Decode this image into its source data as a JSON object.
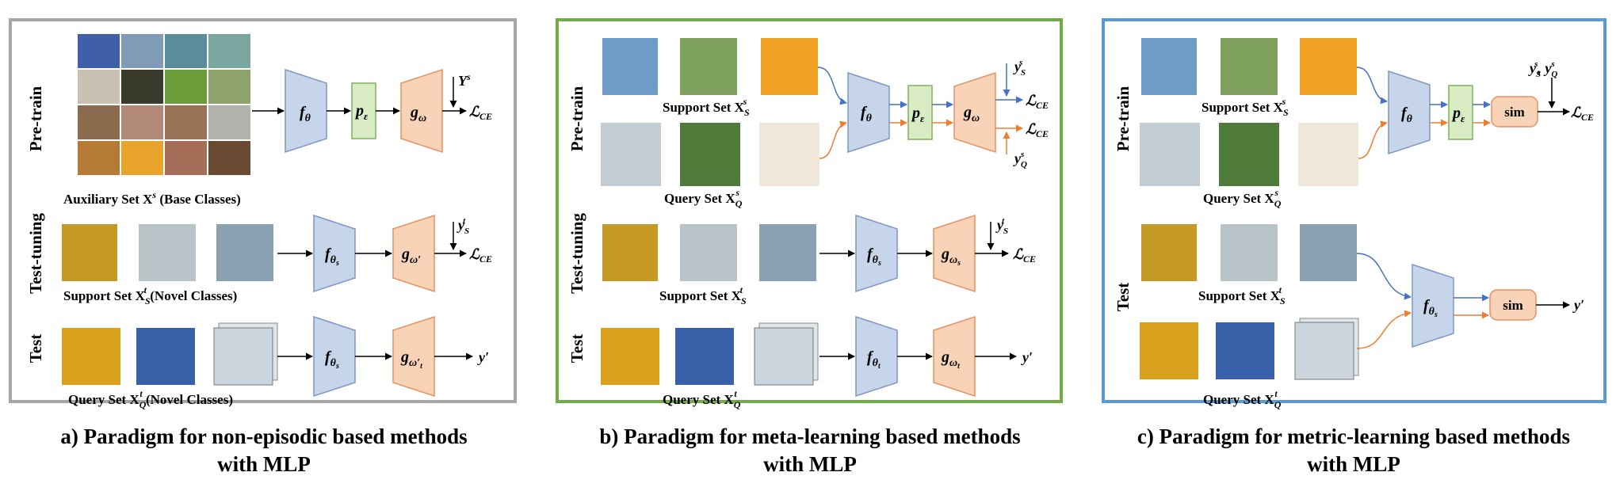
{
  "colors": {
    "panel_a_border": "#a6a6a6",
    "panel_b_border": "#70ad47",
    "panel_c_border": "#5b9bd5",
    "encoder_fill": "#c7d5ea",
    "encoder_stroke": "#7d97c3",
    "projector_fill": "#d9ecc4",
    "projector_stroke": "#7fb25a",
    "head_fill": "#f9d3b8",
    "head_stroke": "#e39260",
    "blue_arrow": "#4472c4",
    "orange_arrow": "#ed7d31"
  },
  "panel_a": {
    "caption_line1": "a)  Paradigm for non-episodic based methods",
    "caption_line2": "with MLP",
    "stage_pretrain": "Pre-train",
    "stage_testtuning": "Test-tuning",
    "stage_test": "Test",
    "aux_set_label": "Auxiliary Set X",
    "aux_set_sup": "s",
    "aux_set_suffix": " (Base Classes)",
    "support_label": "Support Set X",
    "support_sub": "S",
    "support_sup": "t",
    "support_suffix": " (Novel Classes)",
    "query_label": "Query Set X",
    "query_sub": "Q",
    "query_sup": "t",
    "query_suffix": " (Novel Classes)",
    "encoder": "f",
    "encoder_sub": "θ",
    "encoder_tuned_sub": "θ",
    "encoder_tuned_subsub": "s",
    "projector": "p",
    "projector_sub": "ε",
    "head": "g",
    "head_sub": "ω",
    "head_tuned_sub": "ω′",
    "head_test_sub": "ω′",
    "head_test_subsub": "t",
    "label_Y": "Y",
    "label_Y_sup": "s",
    "label_y": "y",
    "label_y_sub": "S",
    "label_y_sup": "t",
    "loss": "ℒ",
    "loss_sub": "CE",
    "output": "y′"
  },
  "panel_b": {
    "caption_line1": "b) Paradigm for meta-learning based methods",
    "caption_line2": "with MLP",
    "stage_pretrain": "Pre-train",
    "stage_testtuning": "Test-tuning",
    "stage_test": "Test",
    "support_label": "Support Set X",
    "support_sub": "S",
    "support_sup": "s",
    "query_label": "Query Set X",
    "query_sub": "Q",
    "query_sup": "s",
    "support_t_label": "Support Set X",
    "support_t_sub": "S",
    "support_t_sup": "t",
    "query_t_label": "Query Set X",
    "query_t_sub": "Q",
    "query_t_sup": "t",
    "encoder": "f",
    "encoder_sub": "θ",
    "encoder_tuned_subsub": "s",
    "encoder_test_subsub": "t",
    "projector": "p",
    "projector_sub": "ε",
    "head": "g",
    "head_sub": "ω",
    "head_tuned_subsub": "s",
    "head_test_subsub": "t",
    "label_y": "y",
    "label_yS_sub": "S",
    "label_yS_sup": "s",
    "label_yQ_sub": "Q",
    "label_yQ_sup": "s",
    "label_yt_sub": "S",
    "label_yt_sup": "t",
    "loss": "ℒ",
    "loss_sub": "CE",
    "output": "y′"
  },
  "panel_c": {
    "caption_line1": "c) Paradigm for metric-learning based methods",
    "caption_line2": "with MLP",
    "stage_pretrain": "Pre-train",
    "stage_test": "Test",
    "support_label": "Support Set X",
    "support_sub": "S",
    "support_sup": "s",
    "query_label": "Query Set X",
    "query_sub": "Q",
    "query_sup": "s",
    "support_t_label": "Support Set X",
    "support_t_sub": "S",
    "support_t_sup": "t",
    "query_t_label": "Query Set X",
    "query_t_sub": "Q",
    "query_t_sup": "t",
    "encoder": "f",
    "encoder_sub": "θ",
    "encoder_test_subsub": "s",
    "projector": "p",
    "projector_sub": "ε",
    "sim": "sim",
    "label_y": "y",
    "label_yS_sub": "S",
    "label_yS_sup": "s",
    "label_sep": ", y",
    "label_yQ_sub": "Q",
    "label_yQ_sup": "s",
    "loss": "ℒ",
    "loss_sub": "CE",
    "output": "y′"
  }
}
